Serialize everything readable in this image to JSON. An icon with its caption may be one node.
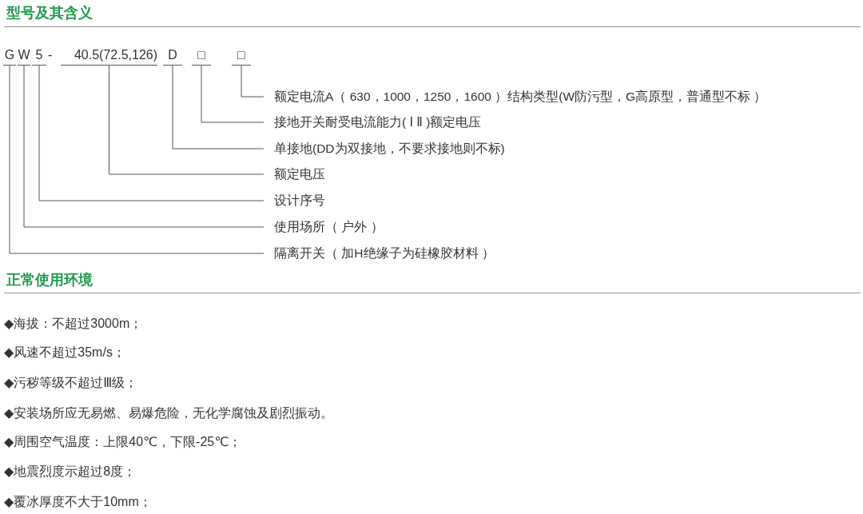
{
  "diagram": {
    "title": "型号及其含义",
    "nodes": [
      {
        "text": [
          "G"
        ]
      },
      {
        "text": [
          "W"
        ]
      },
      {
        "text": [
          "5"
        ]
      },
      {
        "text": [
          "40.5(72.5,126)"
        ]
      },
      {
        "text": [
          "D"
        ]
      },
      {
        "text": [
          "□"
        ]
      },
      {
        "text": [
          "□"
        ]
      },
      {
        "text": [
          "额定电流A（ 630，1000，1250，1600 ）结构类型(W防污型，G高原型，普通型不标 ）"
        ]
      },
      {
        "text": [
          "接地开关耐受电流能力( Ⅰ Ⅱ )额定电压"
        ]
      },
      {
        "text": [
          "单接地(DD为双接地，不要求接地则不标)"
        ]
      },
      {
        "text": [
          "额定电压"
        ]
      },
      {
        "text": [
          "设计序号"
        ]
      },
      {
        "text": [
          "使用场所（ 户外 ）"
        ]
      },
      {
        "text": [
          "隔离开关（ 加H绝缘子为硅橡胶材料 ）"
        ]
      }
    ],
    "edges": [
      {
        "from": 6,
        "to": 7,
        "arrow": "none"
      },
      {
        "from": 5,
        "to": 8,
        "arrow": "none"
      },
      {
        "from": 4,
        "to": 9,
        "arrow": "none"
      },
      {
        "from": 3,
        "to": 10,
        "arrow": "none"
      },
      {
        "from": 2,
        "to": 11,
        "arrow": "none"
      },
      {
        "from": 1,
        "to": 12,
        "arrow": "none"
      },
      {
        "from": 0,
        "to": 13,
        "arrow": "none"
      }
    ],
    "labels": [
      "-",
      "正常使用环境",
      "◆海拔：不超过3000m；",
      "◆风速不超过35m/s；",
      "◆污秽等级不超过Ⅲ级；",
      "◆安装场所应无易燃、易爆危险，无化学腐蚀及剧烈振动。",
      "◆周围空气温度：上限40℃，下限-25℃；",
      "◆地震烈度示超过8度；",
      "◆覆冰厚度不大于10mm；"
    ]
  }
}
